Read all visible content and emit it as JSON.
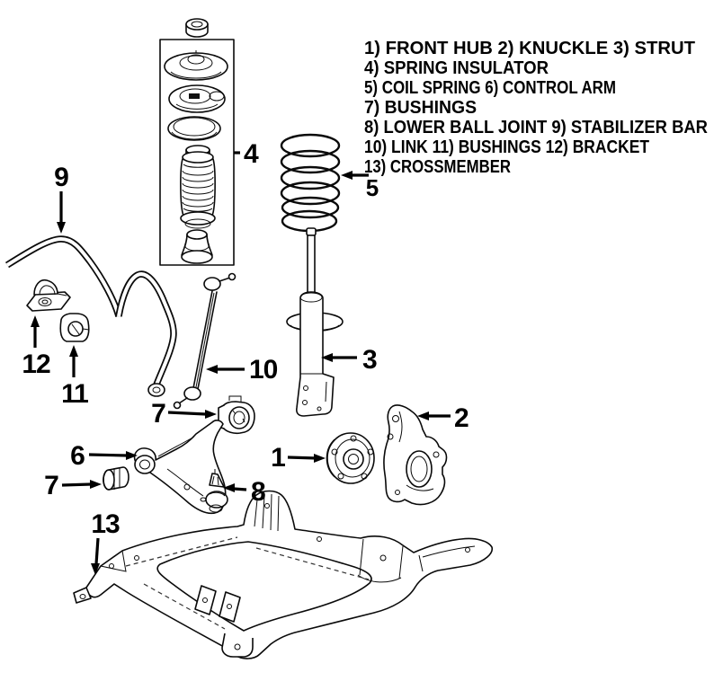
{
  "colors": {
    "background": "#ffffff",
    "ink": "#000000"
  },
  "legend": {
    "lines": [
      "1) FRONT HUB 2) KNUCKLE 3) STRUT",
      "4) SPRING INSULATOR",
      "5) COIL SPRING 6) CONTROL ARM",
      "7) BUSHINGS",
      "8) LOWER BALL JOINT 9) STABILIZER BAR",
      "10) LINK 11) BUSHINGS 12) BRACKET",
      "13) CROSSMEMBER"
    ]
  },
  "callouts": {
    "front_hub": {
      "number": "1",
      "part": "FRONT HUB"
    },
    "knuckle": {
      "number": "2",
      "part": "KNUCKLE"
    },
    "strut": {
      "number": "3",
      "part": "STRUT"
    },
    "spring_insulator": {
      "number": "4",
      "part": "SPRING INSULATOR"
    },
    "coil_spring": {
      "number": "5",
      "part": "COIL SPRING"
    },
    "control_arm": {
      "number": "6",
      "part": "CONTROL ARM"
    },
    "bushing_rear": {
      "number": "7",
      "part": "BUSHINGS"
    },
    "bushing_front": {
      "number": "7",
      "part": "BUSHINGS"
    },
    "lower_ball_joint": {
      "number": "8",
      "part": "LOWER BALL JOINT"
    },
    "stabilizer_bar": {
      "number": "9",
      "part": "STABILIZER BAR"
    },
    "link": {
      "number": "10",
      "part": "LINK"
    },
    "bar_bushing": {
      "number": "11",
      "part": "BUSHINGS"
    },
    "bracket": {
      "number": "12",
      "part": "BRACKET"
    },
    "crossmember": {
      "number": "13",
      "part": "CROSSMEMBER"
    }
  }
}
